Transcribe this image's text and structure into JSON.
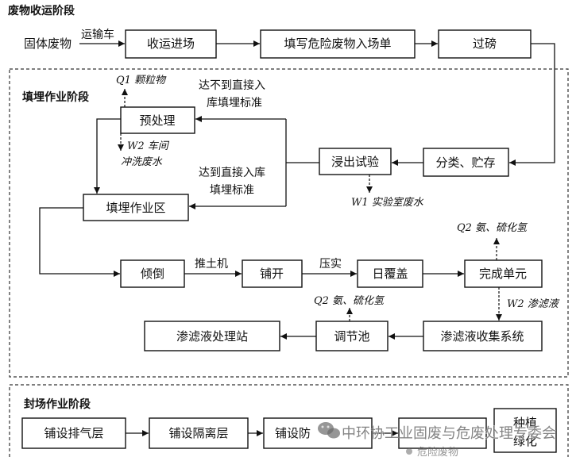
{
  "sections": {
    "collection": {
      "title": "废物收运阶段"
    },
    "landfill": {
      "title": "填埋作业阶段"
    },
    "closure": {
      "title": "封场作业阶段"
    }
  },
  "nodes": {
    "solid_waste": "固体废物",
    "collect": "收运进场",
    "fill_form": "填写危险废物入场单",
    "weigh": "过磅",
    "pretreat": "预处理",
    "leach_test": "浸出试验",
    "classify": "分类、贮存",
    "landfill_zone": "填埋作业区",
    "dump": "倾倒",
    "spread": "铺开",
    "daily_cover": "日覆盖",
    "complete_unit": "完成单元",
    "leachate_collect": "渗滤液收集系统",
    "regulating_pool": "调节池",
    "leachate_station": "渗滤液处理站",
    "exhaust_layer": "铺设排气层",
    "isolation_layer": "铺设隔离层",
    "seepage_layer": "铺设防",
    "greening_line1": "种植",
    "greening_line2": "绿化"
  },
  "edge_labels": {
    "transport": "运输车",
    "bulldozer": "推土机",
    "compact": "压实",
    "not_meet_line1": "达不到直接入",
    "not_meet_line2": "库填埋标准",
    "meet_line1": "达到直接入库",
    "meet_line2": "填埋标准"
  },
  "emissions": {
    "q1": "Q1 颗粒物",
    "w2_wash_line1": "W2 车间",
    "w2_wash_line2": "冲洗废水",
    "w1": "W1 实验室废水",
    "q2_unit": "Q2 氨、硫化氢",
    "w2_leachate": "W2 渗滤液",
    "q2_pool": "Q2 氨、硫化氢"
  },
  "watermark": {
    "line1": "中环协工业固废与危废处理专委会",
    "line2": "危险废物"
  }
}
